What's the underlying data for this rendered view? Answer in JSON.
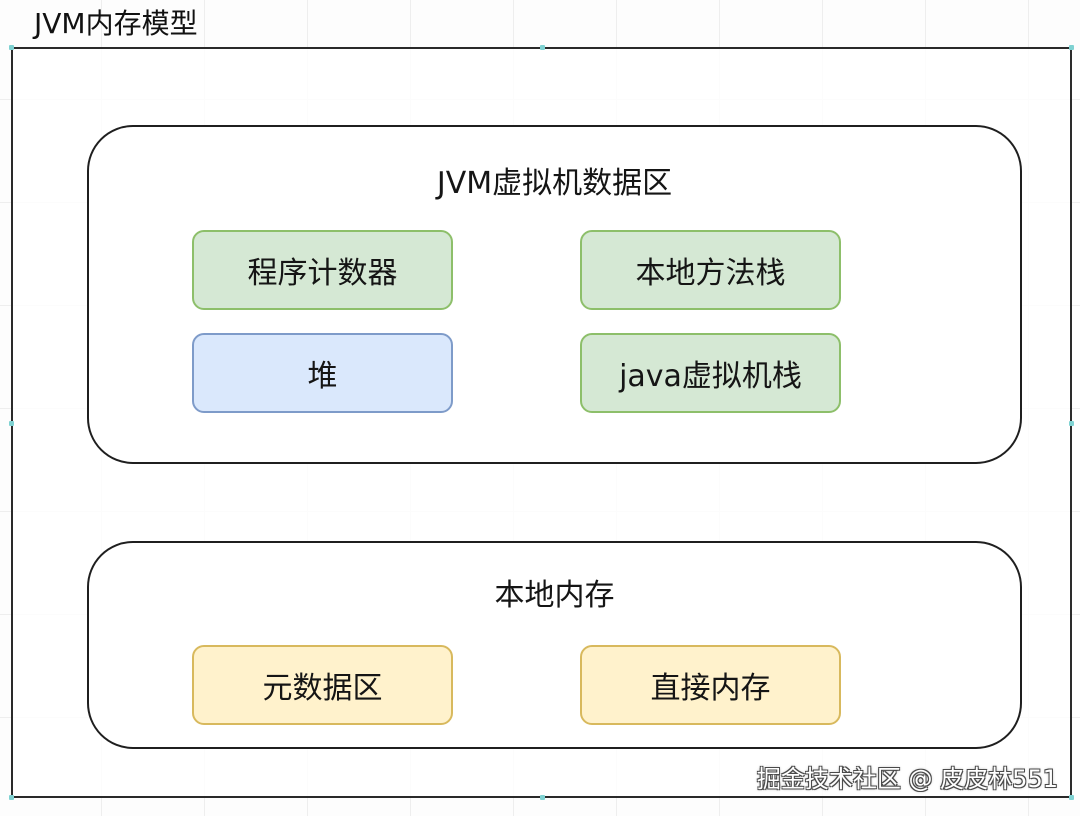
{
  "diagram": {
    "title": "JVM内存模型",
    "runtime_area": {
      "label": "JVM虚拟机数据区",
      "program_counter": "程序计数器",
      "native_method_stack": "本地方法栈",
      "heap": "堆",
      "java_vm_stack": "java虚拟机栈"
    },
    "native_memory": {
      "label": "本地内存",
      "metaspace": "元数据区",
      "direct_memory": "直接内存"
    }
  },
  "watermark": "掘金技术社区 @ 皮皮林551",
  "colors": {
    "green_fill": "#d5e8d4",
    "green_border": "#8dbf6a",
    "blue_fill": "#dae8fc",
    "blue_border": "#7e9bc9",
    "yellow_fill": "#fff2cc",
    "yellow_border": "#d8b95d"
  }
}
